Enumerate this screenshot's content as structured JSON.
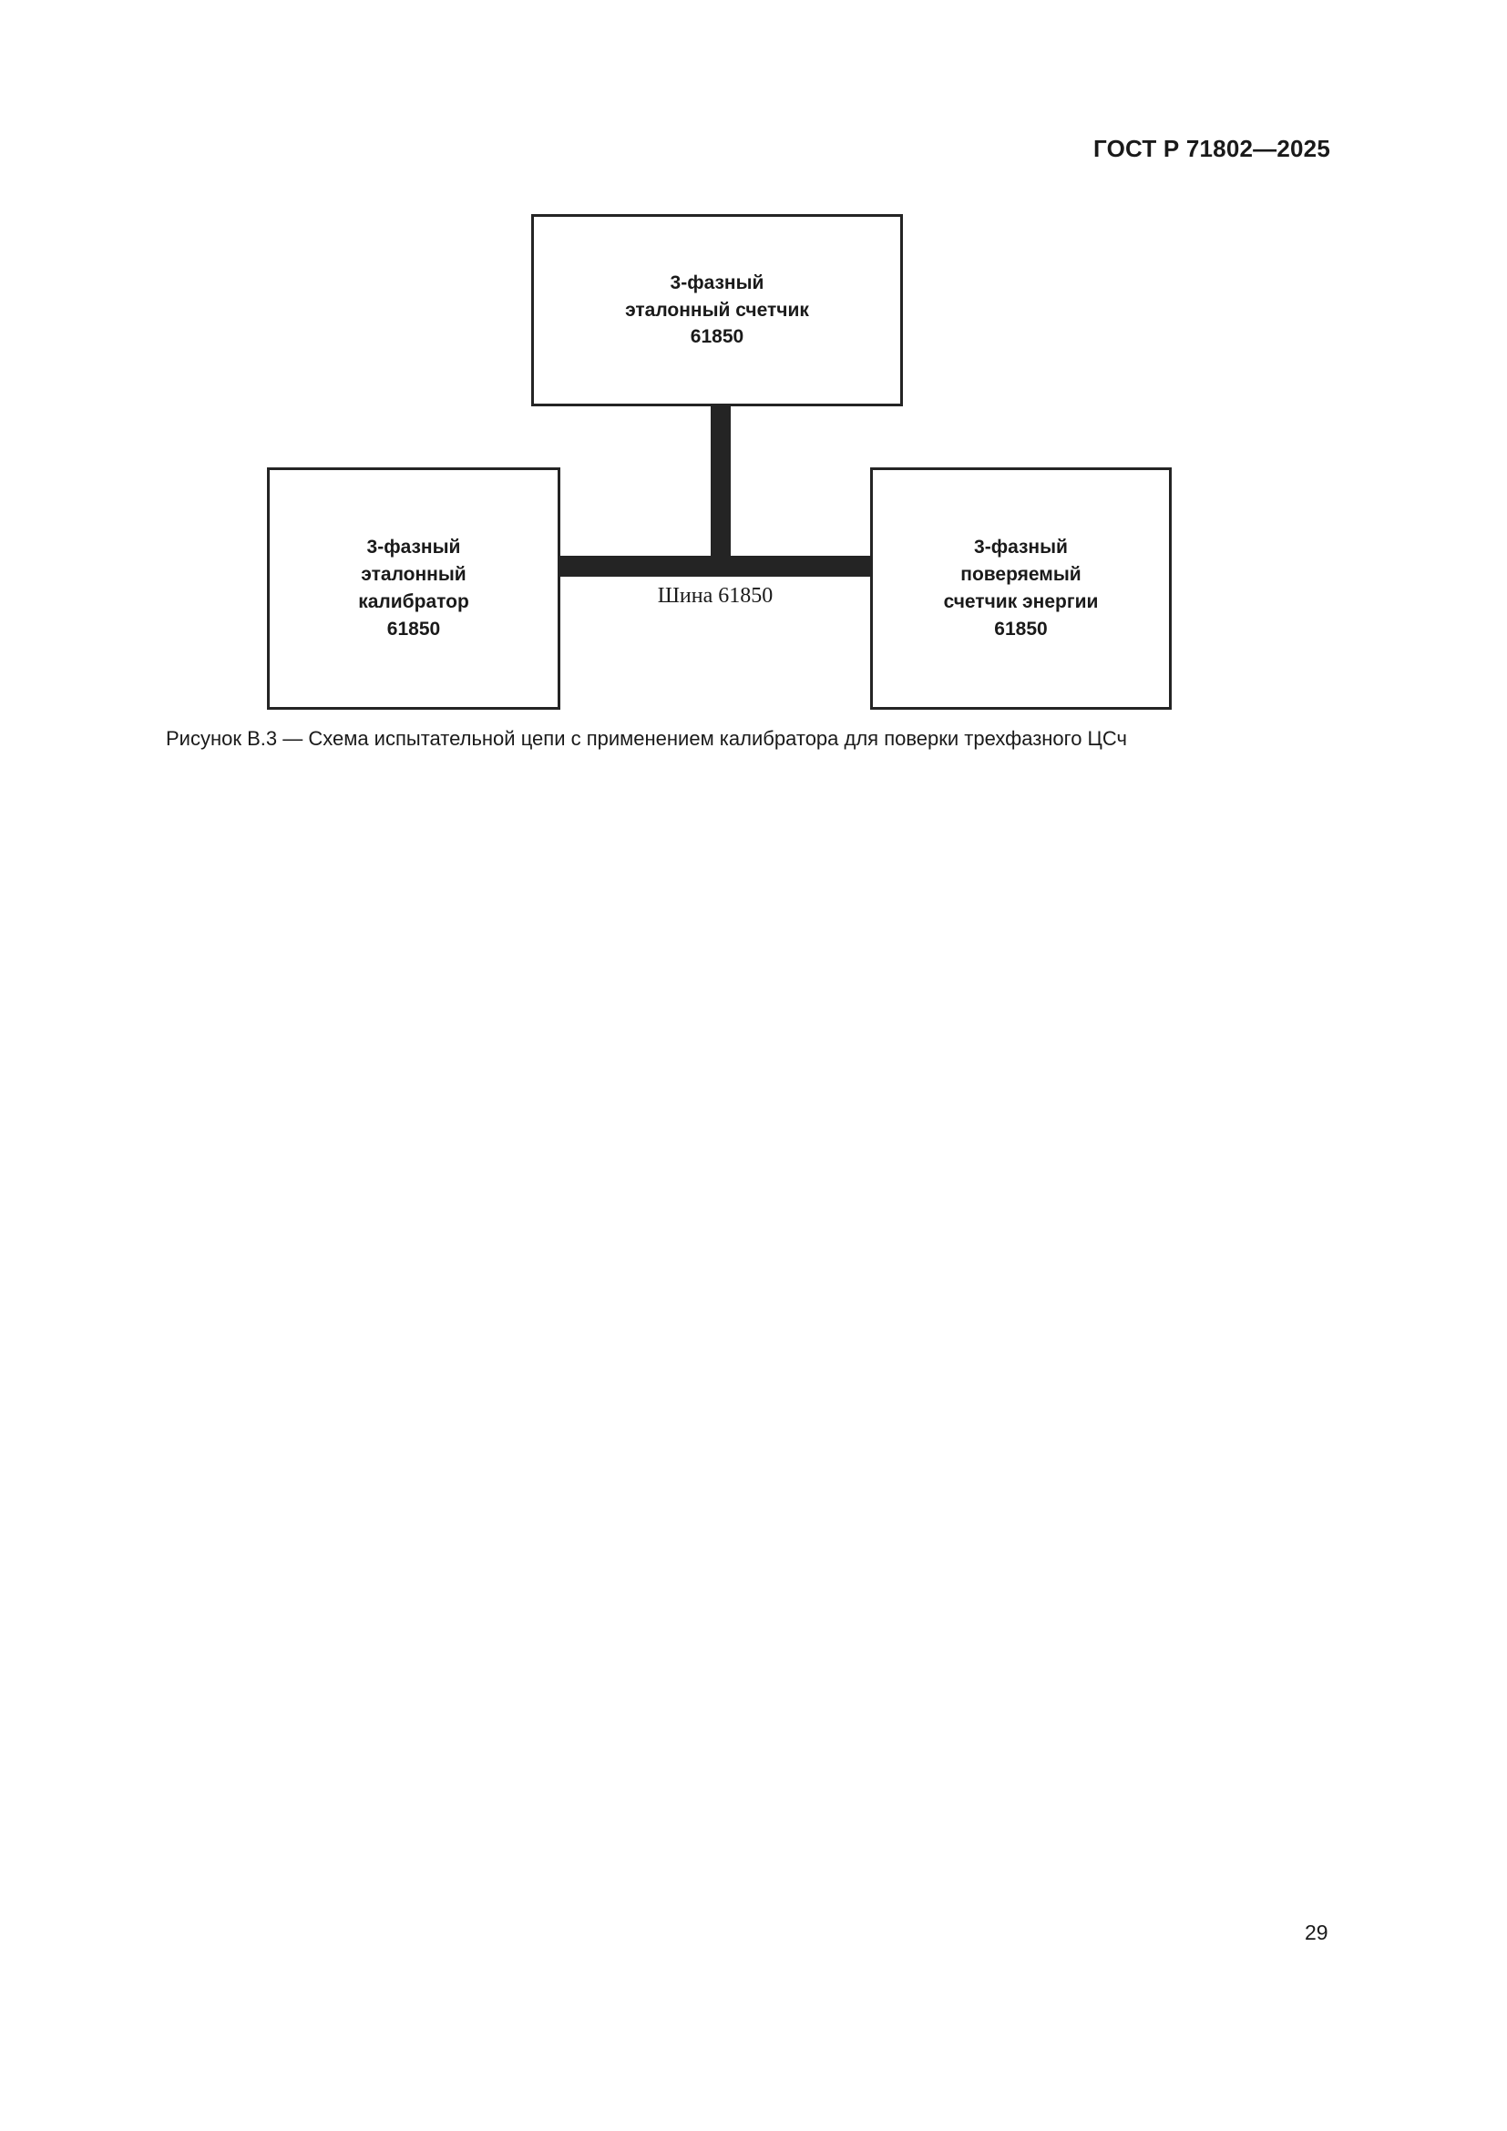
{
  "header": {
    "standard_designation": "ГОСТ Р 71802—2025"
  },
  "figure": {
    "caption": "Рисунок В.3 — Схема испытательной цепи с применением калибратора для поверки трехфазного ЦСч",
    "bus_label": "Шина 61850",
    "nodes": {
      "reference_meter": {
        "line1": "3-фазный",
        "line2": "эталонный счетчик",
        "line3": "61850"
      },
      "calibrator": {
        "line1": "3-фазный",
        "line2": "эталонный",
        "line3": "калибратор",
        "line4": "61850"
      },
      "meter_under_test": {
        "line1": "3-фазный",
        "line2": "поверяемый",
        "line3": "счетчик энергии",
        "line4": "61850"
      }
    }
  },
  "footer": {
    "page_number": "29"
  },
  "colors": {
    "ink": "#1a1a1a",
    "stroke": "#242424",
    "page_background": "#ffffff"
  }
}
